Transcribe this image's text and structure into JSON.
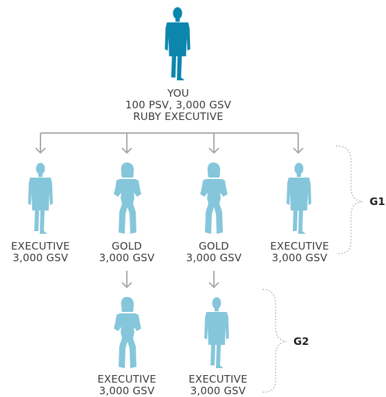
{
  "root": {
    "line1": "YOU",
    "line2": "100 PSV, 3,000 GSV",
    "line3": "RUBY EXECUTIVE"
  },
  "g1": [
    {
      "rank": "EXECUTIVE",
      "gsv": "3,000 GSV",
      "figure": "man-in-suit"
    },
    {
      "rank": "GOLD",
      "gsv": "3,000 GSV",
      "figure": "woman"
    },
    {
      "rank": "GOLD",
      "gsv": "3,000 GSV",
      "figure": "woman"
    },
    {
      "rank": "EXECUTIVE",
      "gsv": "3,000 GSV",
      "figure": "man-in-suit"
    }
  ],
  "g2": [
    {
      "rank": "EXECUTIVE",
      "gsv": "3,000 GSV",
      "figure": "woman"
    },
    {
      "rank": "EXECUTIVE",
      "gsv": "3,000 GSV",
      "figure": "man-in-suit"
    }
  ],
  "groups": {
    "g1_label": "G1",
    "g2_label": "G2"
  },
  "colors": {
    "you": "#0d86ad",
    "downline": "#85c6db",
    "connector": "#a9a9a9"
  }
}
